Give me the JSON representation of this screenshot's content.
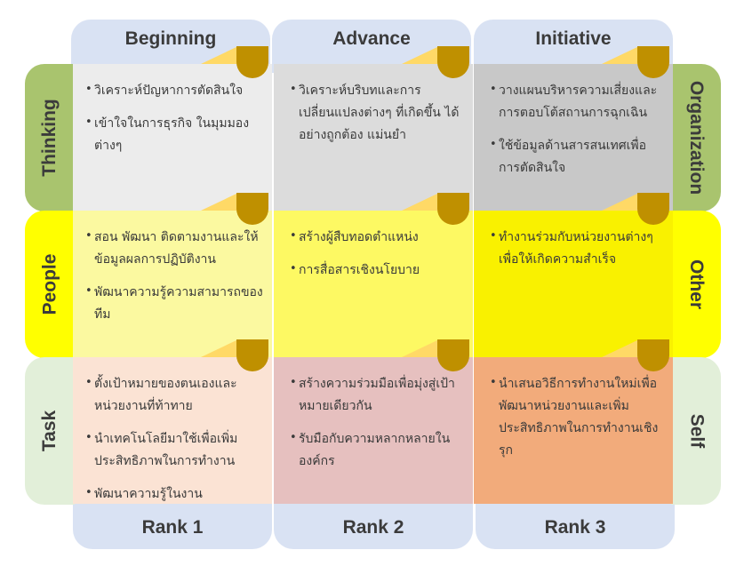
{
  "columns": [
    "Beginning",
    "Advance",
    "Initiative"
  ],
  "ranks": [
    "Rank 1",
    "Rank 2",
    "Rank 3"
  ],
  "left_labels": [
    "Thinking",
    "People",
    "Task"
  ],
  "right_labels": [
    "Organization",
    "Other",
    "Self"
  ],
  "colors": {
    "header": "#d9e2f3",
    "gold": "#bf9000",
    "fold": "#ffd966"
  },
  "cells": [
    [
      [
        "วิเคราะห์ปัญหาการตัดสินใจ",
        "เข้าใจในการธุรกิจ ในมุมมองต่างๆ"
      ],
      [
        "วิเคราะห์บริบทและการเปลี่ยนแปลงต่างๆ ที่เกิดขึ้น ได้อย่างถูกต้อง แม่นยำ"
      ],
      [
        "วางแผนบริหารความเสี่ยงและการตอบโต้สถานการฉุกเฉิน",
        "ใช้ข้อมูลด้านสารสนเทศเพื่อการตัดสินใจ"
      ]
    ],
    [
      [
        "สอน พัฒนา ติดตามงานและให้ข้อมูลผลการปฏิบัติงาน",
        "พัฒนาความรู้ความสามารถของทีม"
      ],
      [
        "สร้างผู้สืบทอดตำแหน่ง",
        "การสื่อสารเชิงนโยบาย"
      ],
      [
        "ทำงานร่วมกับหน่วยงานต่างๆ เพื่อให้เกิดความสำเร็จ"
      ]
    ],
    [
      [
        "ตั้งเป้าหมายของตนเองและหน่วยงานที่ท้าทาย",
        "นำเทคโนโลยีมาใช้เพื่อเพิ่มประสิทธิภาพในการทำงาน",
        "พัฒนาความรู้ในงาน"
      ],
      [
        "สร้างความร่วมมือเพื่อมุ่งสู่เป้าหมายเดียวกัน",
        "รับมือกับความหลากหลายในองค์กร"
      ],
      [
        "นำเสนอวิธีการทำงานใหม่เพื่อพัฒนาหน่วยงานและเพิ่มประสิทธิภาพในการทำงานเชิงรุก"
      ]
    ]
  ]
}
